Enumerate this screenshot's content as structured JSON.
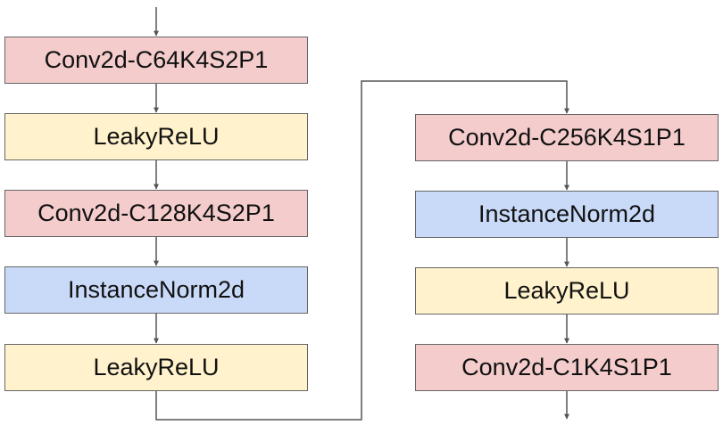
{
  "colors": {
    "conv": "#f4cccc",
    "activation": "#fff2cc",
    "normalization": "#c9daf8",
    "border": "#666666",
    "arrow": "#555555"
  },
  "left_column": [
    {
      "label": "Conv2d-C64K4S2P1",
      "kind": "conv"
    },
    {
      "label": "LeakyReLU",
      "kind": "activation"
    },
    {
      "label": "Conv2d-C128K4S2P1",
      "kind": "conv"
    },
    {
      "label": "InstanceNorm2d",
      "kind": "normalization"
    },
    {
      "label": "LeakyReLU",
      "kind": "activation"
    }
  ],
  "right_column": [
    {
      "label": "Conv2d-C256K4S1P1",
      "kind": "conv"
    },
    {
      "label": "InstanceNorm2d",
      "kind": "normalization"
    },
    {
      "label": "LeakyReLU",
      "kind": "activation"
    },
    {
      "label": "Conv2d-C1K4S1P1",
      "kind": "conv"
    }
  ]
}
